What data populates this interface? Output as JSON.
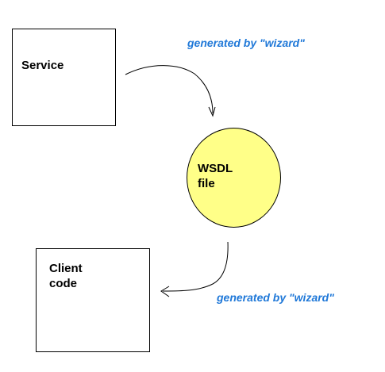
{
  "nodes": {
    "service": {
      "label": "Service"
    },
    "wsdl": {
      "label": "WSDL\nfile",
      "fill": "#ffff88"
    },
    "client": {
      "label": "Client\ncode"
    }
  },
  "annotations": {
    "top": "generated by \"wizard\"",
    "bottom": "generated by \"wizard\"",
    "color": "#1f78d8"
  }
}
